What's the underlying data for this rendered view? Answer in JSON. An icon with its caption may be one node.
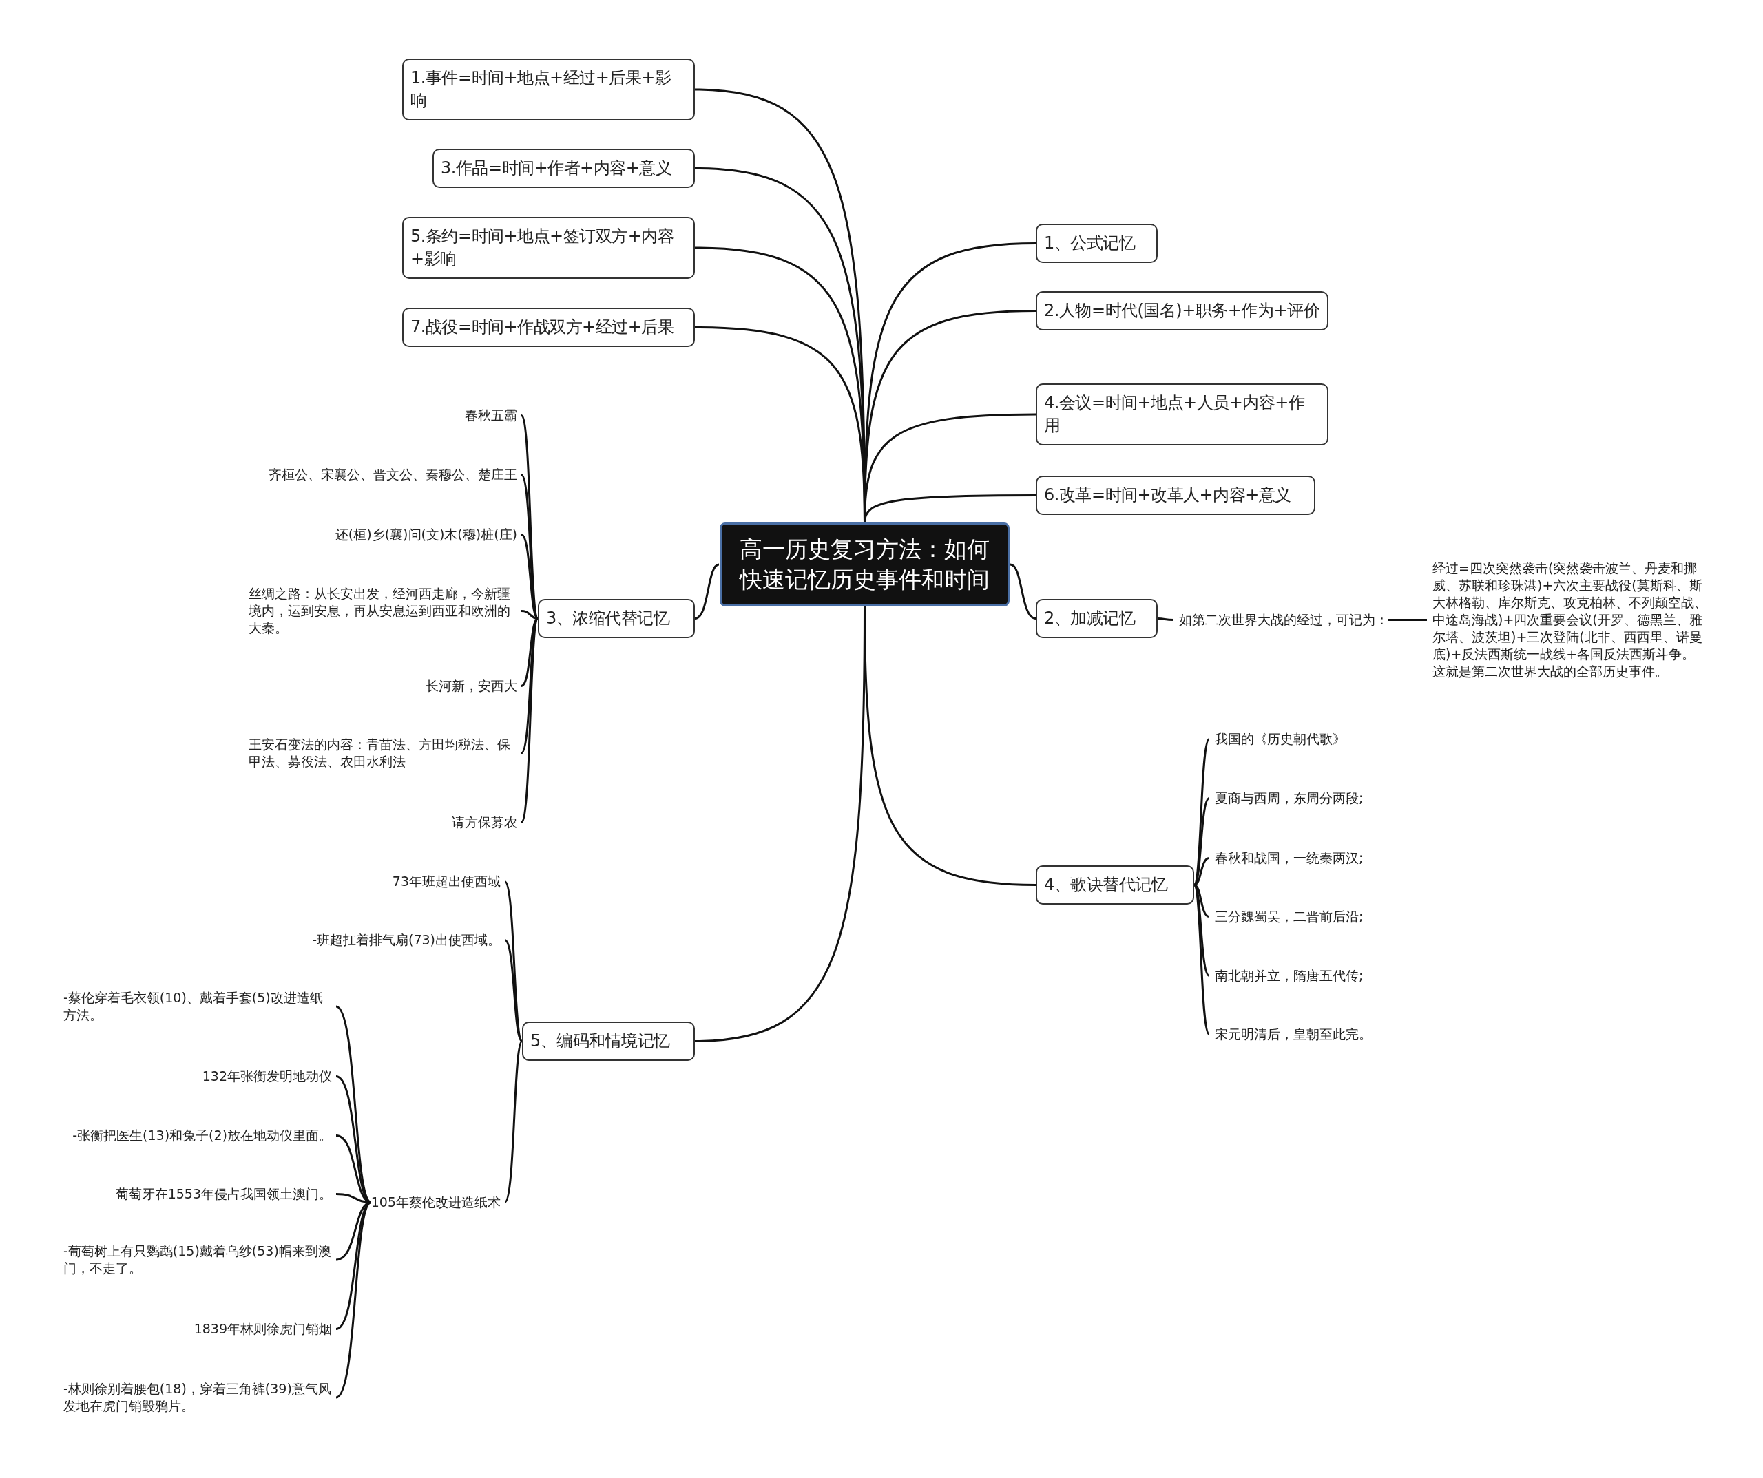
{
  "diagram": {
    "nodes": [
      {
        "text": [
          "高一历史复习方法：如何快速记忆历史事件和时间"
        ]
      },
      {
        "text": [
          "1.事件=时间+地点+经过+后果+影响"
        ]
      },
      {
        "text": [
          "3.作品=时间+作者+内容+意义"
        ]
      },
      {
        "text": [
          "5.条约=时间+地点+签订双方+内容+影响"
        ]
      },
      {
        "text": [
          "7.战役=时间+作战双方+经过+后果"
        ]
      },
      {
        "text": [
          "1、公式记忆"
        ]
      },
      {
        "text": [
          "2.人物=时代(国名)+职务+作为+评价"
        ]
      },
      {
        "text": [
          "4.会议=时间+地点+人员+内容+作用"
        ]
      },
      {
        "text": [
          "6.改革=时间+改革人+内容+意义"
        ]
      },
      {
        "text": [
          "2、加减记忆"
        ]
      },
      {
        "text": [
          "如第二次世界大战的经过，可记为："
        ]
      },
      {
        "text": [
          "经过=四次突然袭击(突然袭击波兰、丹麦和挪威、苏联和珍珠港)+六次主要战役(莫斯科、斯大林格勒、库尔斯克、攻克柏林、不列颠空战、中途岛海战)+四次重要会议(开罗、德黑兰、雅尔塔、波茨坦)+三次登陆(北非、西西里、诺曼底)+反法西斯统一战线+各国反法西斯斗争。这就是第二次世界大战的全部历史事件。"
        ]
      },
      {
        "text": [
          "3、浓缩代替记忆"
        ]
      },
      {
        "text": [
          "春秋五霸"
        ]
      },
      {
        "text": [
          "齐桓公、宋襄公、晋文公、秦穆公、楚庄王"
        ]
      },
      {
        "text": [
          "还(桓)乡(襄)问(文)木(穆)桩(庄)"
        ]
      },
      {
        "text": [
          "丝绸之路：从长安出发，经河西走廊，今新疆境内，运到安息，再从安息运到西亚和欧洲的大秦。"
        ]
      },
      {
        "text": [
          "长河新，安西大"
        ]
      },
      {
        "text": [
          "王安石变法的内容：青苗法、方田均税法、保甲法、募役法、农田水利法"
        ]
      },
      {
        "text": [
          "请方保募农"
        ]
      },
      {
        "text": [
          "4、歌诀替代记忆"
        ]
      },
      {
        "text": [
          "我国的《历史朝代歌》"
        ]
      },
      {
        "text": [
          "夏商与西周，东周分两段;"
        ]
      },
      {
        "text": [
          "春秋和战国，一统秦两汉;"
        ]
      },
      {
        "text": [
          "三分魏蜀吴，二晋前后沿;"
        ]
      },
      {
        "text": [
          "南北朝并立，隋唐五代传;"
        ]
      },
      {
        "text": [
          "宋元明清后，皇朝至此完。"
        ]
      },
      {
        "text": [
          "5、编码和情境记忆"
        ]
      },
      {
        "text": [
          "73年班超出使西域"
        ]
      },
      {
        "text": [
          "-班超扛着排气扇(73)出使西域。"
        ]
      },
      {
        "text": [
          "105年蔡伦改进造纸术"
        ]
      },
      {
        "text": [
          "-蔡伦穿着毛衣领(10)、戴着手套(5)改进造纸方法。"
        ]
      },
      {
        "text": [
          "132年张衡发明地动仪"
        ]
      },
      {
        "text": [
          "-张衡把医生(13)和兔子(2)放在地动仪里面。"
        ]
      },
      {
        "text": [
          "葡萄牙在1553年侵占我国领土澳门。"
        ]
      },
      {
        "text": [
          "-葡萄树上有只鹦鹉(15)戴着乌纱(53)帽来到澳门，不走了。"
        ]
      },
      {
        "text": [
          "1839年林则徐虎门销烟"
        ]
      },
      {
        "text": [
          "-林则徐别着腰包(18)，穿着三角裤(39)意气风发地在虎门销毁鸦片。"
        ]
      }
    ],
    "edges": [
      {
        "from": 0,
        "to": 1,
        "arrow": "none"
      },
      {
        "from": 0,
        "to": 2,
        "arrow": "none"
      },
      {
        "from": 0,
        "to": 3,
        "arrow": "none"
      },
      {
        "from": 0,
        "to": 4,
        "arrow": "none"
      },
      {
        "from": 0,
        "to": 5,
        "arrow": "none"
      },
      {
        "from": 0,
        "to": 6,
        "arrow": "none"
      },
      {
        "from": 0,
        "to": 7,
        "arrow": "none"
      },
      {
        "from": 0,
        "to": 8,
        "arrow": "none"
      },
      {
        "from": 0,
        "to": 9,
        "arrow": "none"
      },
      {
        "from": 9,
        "to": 10,
        "arrow": "none"
      },
      {
        "from": 10,
        "to": 11,
        "arrow": "none"
      },
      {
        "from": 0,
        "to": 12,
        "arrow": "none"
      },
      {
        "from": 12,
        "to": 13,
        "arrow": "none"
      },
      {
        "from": 12,
        "to": 14,
        "arrow": "none"
      },
      {
        "from": 12,
        "to": 15,
        "arrow": "none"
      },
      {
        "from": 12,
        "to": 16,
        "arrow": "none"
      },
      {
        "from": 12,
        "to": 17,
        "arrow": "none"
      },
      {
        "from": 12,
        "to": 18,
        "arrow": "none"
      },
      {
        "from": 12,
        "to": 19,
        "arrow": "none"
      },
      {
        "from": 0,
        "to": 20,
        "arrow": "none"
      },
      {
        "from": 20,
        "to": 21,
        "arrow": "none"
      },
      {
        "from": 20,
        "to": 22,
        "arrow": "none"
      },
      {
        "from": 20,
        "to": 23,
        "arrow": "none"
      },
      {
        "from": 20,
        "to": 24,
        "arrow": "none"
      },
      {
        "from": 20,
        "to": 25,
        "arrow": "none"
      },
      {
        "from": 20,
        "to": 26,
        "arrow": "none"
      },
      {
        "from": 0,
        "to": 27,
        "arrow": "none"
      },
      {
        "from": 27,
        "to": 28,
        "arrow": "none"
      },
      {
        "from": 27,
        "to": 29,
        "arrow": "none"
      },
      {
        "from": 27,
        "to": 30,
        "arrow": "none"
      },
      {
        "from": 30,
        "to": 31,
        "arrow": "none"
      },
      {
        "from": 30,
        "to": 32,
        "arrow": "none"
      },
      {
        "from": 30,
        "to": 33,
        "arrow": "none"
      },
      {
        "from": 30,
        "to": 34,
        "arrow": "none"
      },
      {
        "from": 30,
        "to": 35,
        "arrow": "none"
      },
      {
        "from": 30,
        "to": 36,
        "arrow": "none"
      },
      {
        "from": 30,
        "to": 37,
        "arrow": "none"
      }
    ]
  }
}
